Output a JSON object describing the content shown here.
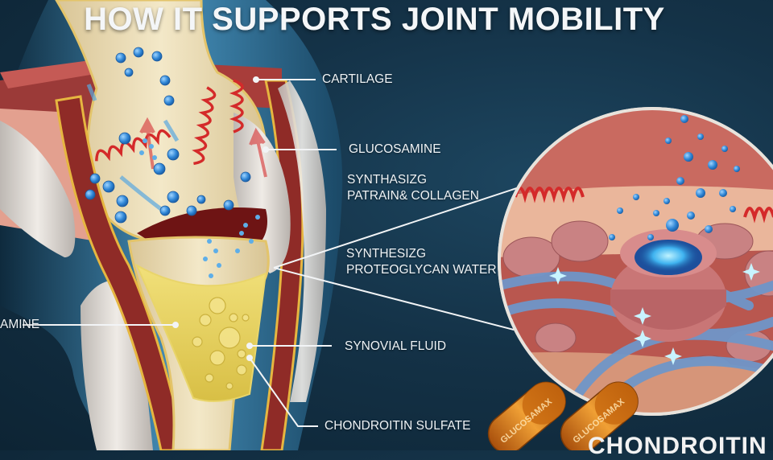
{
  "title": "HOW IT SUPPORTS JOINT MOBILITY",
  "labels": {
    "cartilage": "CARTILAGE",
    "glucosamine": "GLUCOSAMINE",
    "synth_collagen_line1": "SYNTHASIZG",
    "synth_collagen_line2": "PATRAIN& COLLAGEN",
    "synth_proteoglycan_line1": "SYNTHESIZG",
    "synth_proteoglycan_line2": "PROTEOGLYCAN WATER",
    "left_cut_label": "AMINE",
    "synovial_fluid": "SYNOVIAL FLUID",
    "chondroitin_sulfate": "CHONDROITIN SULFATE"
  },
  "capsules": [
    {
      "brand": "GLUCOSAMAX"
    },
    {
      "brand": "GLUCOSAMAX"
    }
  ],
  "bottom_partial_text": "CHONDROITIN",
  "colors": {
    "background": "#143247",
    "bone": "#efe2be",
    "synovial_fluid": "#e9d56a",
    "collagen_red": "#d42a2a",
    "molecule_blue": "#2f86d6",
    "ligament": "#e6e2dc",
    "capsule_orange": "#d9771a",
    "skin_blue": "#4d9ecc"
  }
}
